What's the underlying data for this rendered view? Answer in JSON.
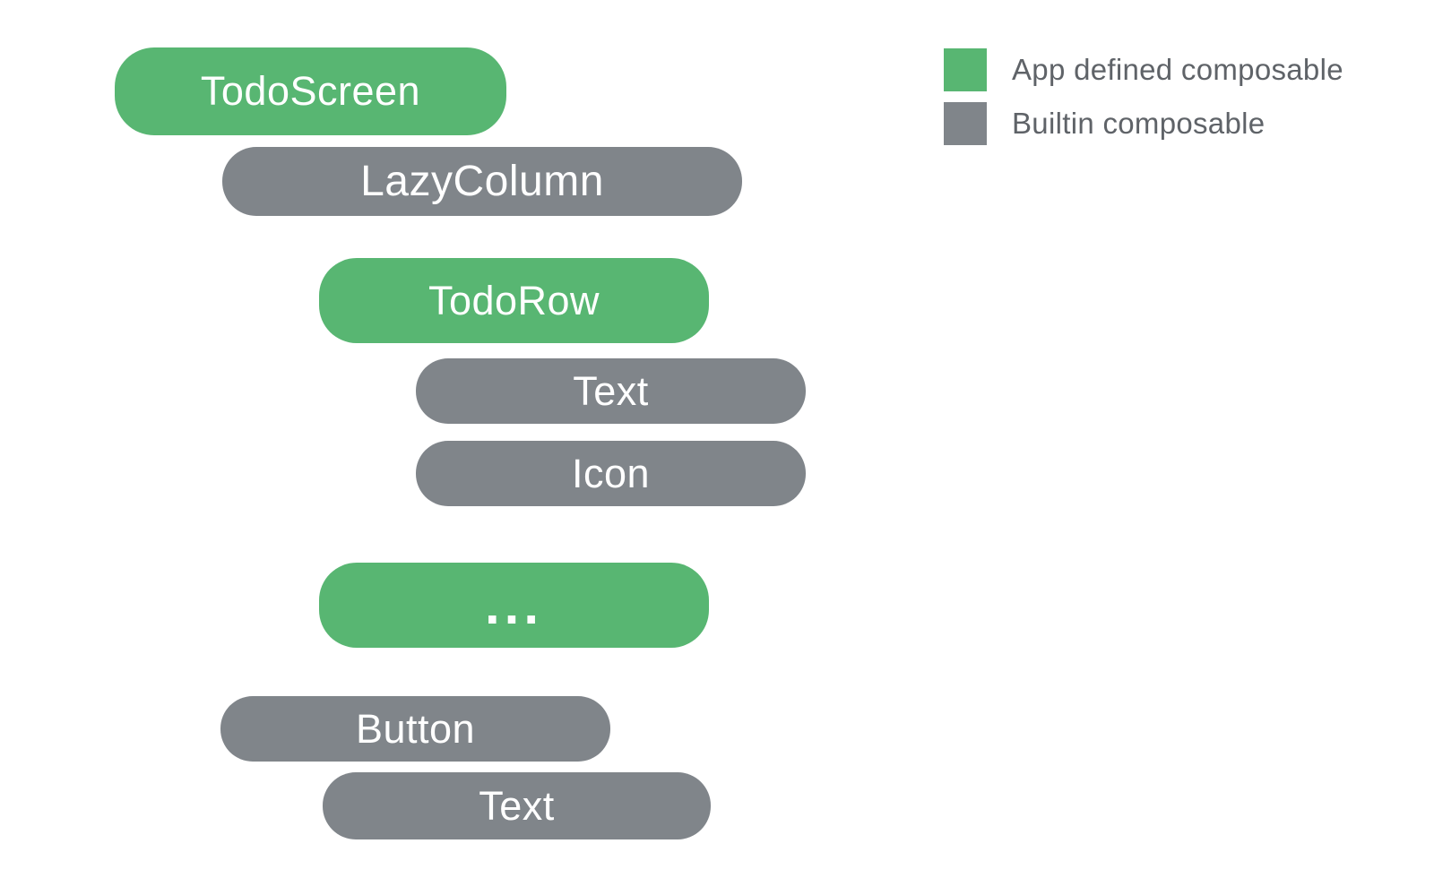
{
  "colors": {
    "app_defined": "#58b672",
    "builtin": "#80858a",
    "pill_text": "#ffffff",
    "legend_text": "#5f6368",
    "background": "#ffffff"
  },
  "diagram": {
    "nodes": [
      {
        "id": "todoscreen",
        "label": "TodoScreen",
        "kind": "app-defined"
      },
      {
        "id": "lazycolumn",
        "label": "LazyColumn",
        "kind": "builtin"
      },
      {
        "id": "todorow",
        "label": "TodoRow",
        "kind": "app-defined"
      },
      {
        "id": "text-1",
        "label": "Text",
        "kind": "builtin"
      },
      {
        "id": "icon",
        "label": "Icon",
        "kind": "builtin"
      },
      {
        "id": "ellipsis",
        "label": "...",
        "kind": "app-defined"
      },
      {
        "id": "button",
        "label": "Button",
        "kind": "builtin"
      },
      {
        "id": "text-2",
        "label": "Text",
        "kind": "builtin"
      }
    ]
  },
  "legend": {
    "items": [
      {
        "label": "App defined composable",
        "swatch": "app-defined"
      },
      {
        "label": "Builtin composable",
        "swatch": "builtin"
      }
    ]
  }
}
